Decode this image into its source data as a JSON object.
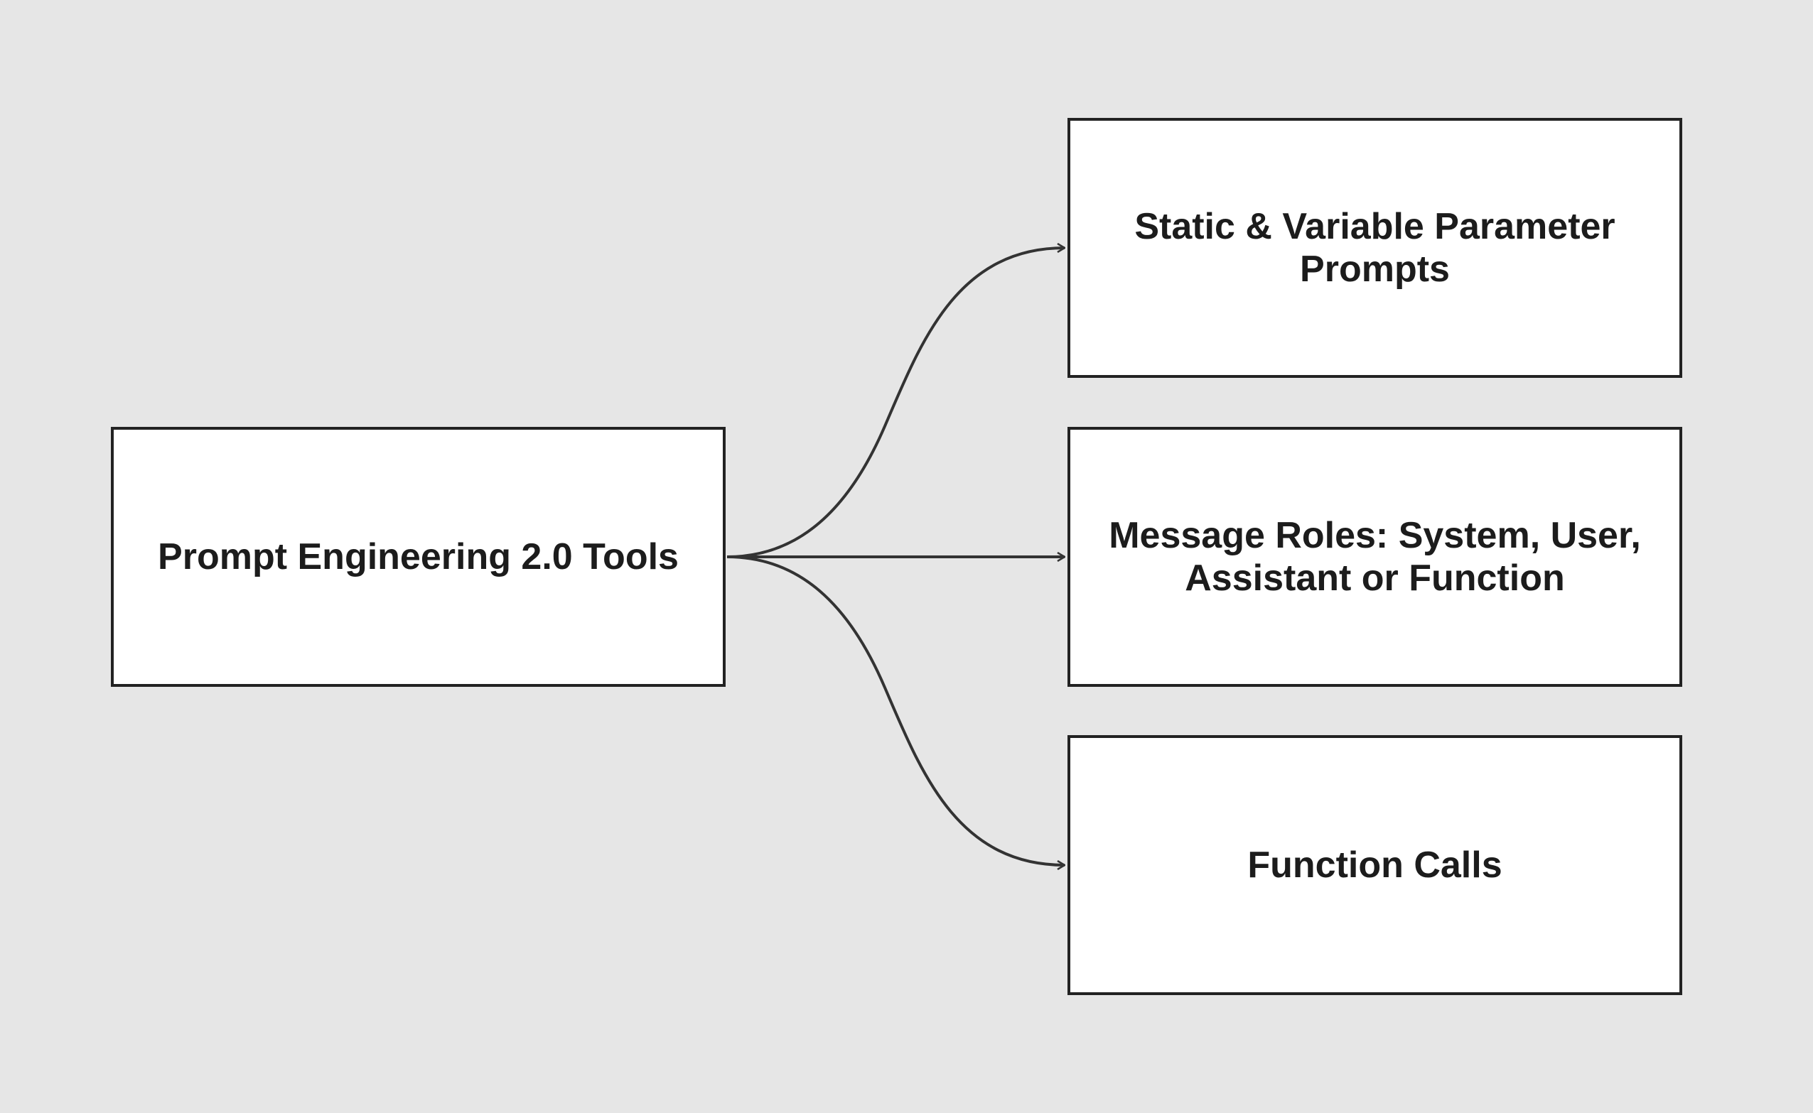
{
  "diagram": {
    "type": "flowchart",
    "colors": {
      "background": "#e6e6e6",
      "node_fill": "#ffffff",
      "node_border": "#222222",
      "edge": "#333333",
      "text": "#1c1c1c"
    },
    "nodes": [
      {
        "id": "root",
        "label": "Prompt Engineering 2.0 Tools"
      },
      {
        "id": "static",
        "label": "Static & Variable Parameter Prompts"
      },
      {
        "id": "roles",
        "label": "Message Roles: System, User, Assistant or Function"
      },
      {
        "id": "function",
        "label": "Function Calls"
      }
    ],
    "edges": [
      {
        "from": "root",
        "to": "static"
      },
      {
        "from": "root",
        "to": "roles"
      },
      {
        "from": "root",
        "to": "function"
      }
    ]
  }
}
